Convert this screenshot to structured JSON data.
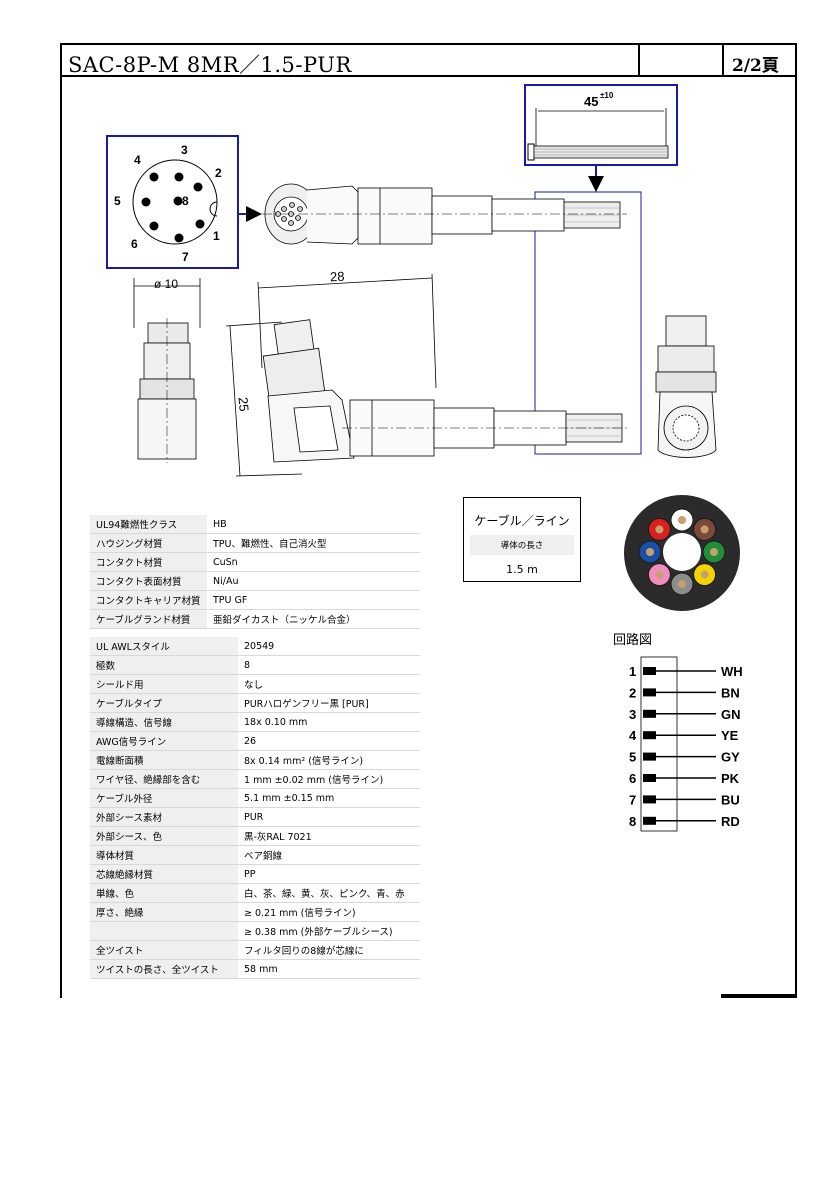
{
  "header": {
    "title": "SAC-8P-M 8MR／1.5-PUR",
    "page": "2/2頁"
  },
  "drawing": {
    "pins": [
      "1",
      "2",
      "3",
      "4",
      "5",
      "6",
      "7",
      "8"
    ],
    "dim_strip": "45",
    "dim_strip_tol": "±10",
    "dim_diameter": "ø 10",
    "dim_width": "28",
    "dim_height": "25"
  },
  "spec_housing": [
    {
      "k": "UL94難燃性クラス",
      "v": "HB"
    },
    {
      "k": "ハウジング材質",
      "v": "TPU、難燃性、自己消火型"
    },
    {
      "k": "コンタクト材質",
      "v": "CuSn"
    },
    {
      "k": "コンタクト表面材質",
      "v": "Ni/Au"
    },
    {
      "k": "コンタクトキャリア材質",
      "v": "TPU GF"
    },
    {
      "k": "ケーブルグランド材質",
      "v": "亜鉛ダイカスト（ニッケル合金）"
    }
  ],
  "spec_cable": [
    {
      "k": "UL AWLスタイル",
      "v": "20549"
    },
    {
      "k": "極数",
      "v": "8"
    },
    {
      "k": "シールド用",
      "v": "なし"
    },
    {
      "k": "ケーブルタイプ",
      "v": "PURハロゲンフリー黒 [PUR]"
    },
    {
      "k": "導線構造、信号線",
      "v": "18x 0.10 mm"
    },
    {
      "k": "AWG信号ライン",
      "v": "26"
    },
    {
      "k": "電線断面積",
      "v": "8x 0.14 mm² (信号ライン)"
    },
    {
      "k": "ワイヤ径、絶縁部を含む",
      "v": "1 mm ±0.02 mm (信号ライン)"
    },
    {
      "k": "ケーブル外径",
      "v": "5.1 mm ±0.15 mm"
    },
    {
      "k": "外部シース素材",
      "v": "PUR"
    },
    {
      "k": "外部シース、色",
      "v": "黒-灰RAL 7021"
    },
    {
      "k": "導体材質",
      "v": "ベア銅線"
    },
    {
      "k": "芯線絶縁材質",
      "v": "PP"
    },
    {
      "k": "単線、色",
      "v": "白、茶、緑、黄、灰、ピンク、青、赤"
    },
    {
      "k": "厚さ、絶縁",
      "v": "≥ 0.21 mm (信号ライン)"
    },
    {
      "k": "",
      "v": "≥ 0.38 mm (外部ケーブルシース)"
    },
    {
      "k": "全ツイスト",
      "v": "フィルタ回りの8線が芯線に"
    },
    {
      "k": "ツイストの長さ、全ツイスト",
      "v": "58 mm"
    }
  ],
  "cable_box": {
    "title": "ケーブル／ライン",
    "sub": "導体の長さ",
    "value": "1.5 m"
  },
  "circuit": {
    "title": "回路図",
    "rows": [
      {
        "n": "1",
        "c": "WH"
      },
      {
        "n": "2",
        "c": "BN"
      },
      {
        "n": "3",
        "c": "GN"
      },
      {
        "n": "4",
        "c": "YE"
      },
      {
        "n": "5",
        "c": "GY"
      },
      {
        "n": "6",
        "c": "PK"
      },
      {
        "n": "7",
        "c": "BU"
      },
      {
        "n": "8",
        "c": "RD"
      }
    ]
  },
  "wire_colors": {
    "WH": "#ffffff",
    "BN": "#7a4a3a",
    "GN": "#1f8f3a",
    "YE": "#f2d400",
    "GY": "#8c8c8c",
    "PK": "#f08cc0",
    "BU": "#1a4fa8",
    "RD": "#d82020"
  },
  "colors": {
    "highlight_blue": "#1a1aa8",
    "jacket": "#2b2b2b"
  }
}
